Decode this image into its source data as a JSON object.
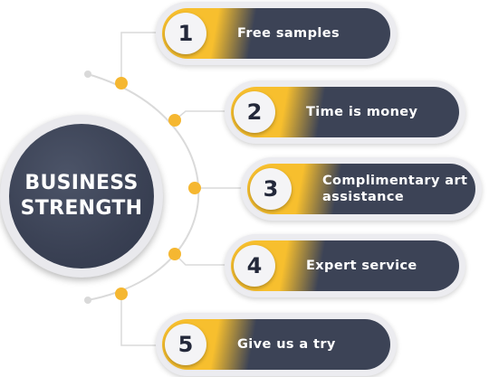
{
  "hub": {
    "line1": "BUSINESS",
    "line2": "STRENGTH"
  },
  "items": [
    {
      "number": "1",
      "label": "Free samples"
    },
    {
      "number": "2",
      "label": "Time is money"
    },
    {
      "number": "3",
      "label": "Complimentary art assistance"
    },
    {
      "number": "4",
      "label": "Expert service"
    },
    {
      "number": "5",
      "label": "Give us a try"
    }
  ],
  "colors": {
    "accent": "#f5b731",
    "dark": "#3c4356",
    "pill_bg": "#ececf0",
    "connector": "#d9d9d9"
  }
}
